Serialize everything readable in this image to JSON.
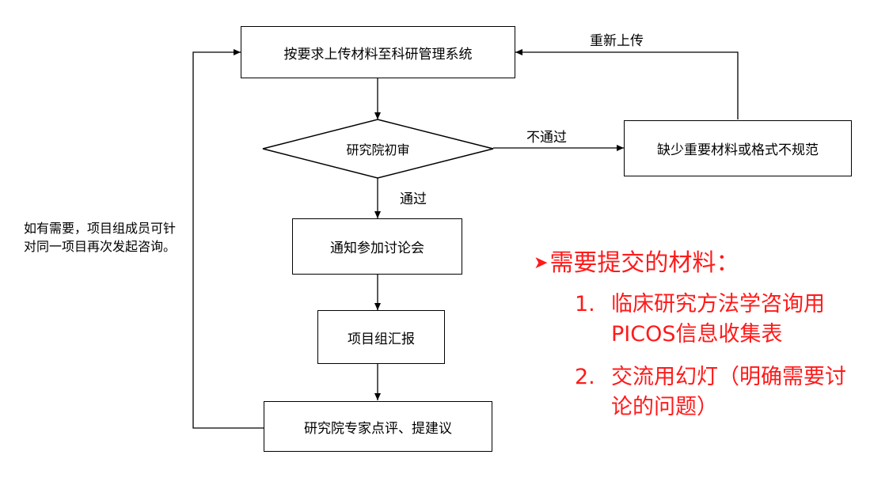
{
  "flow": {
    "upload": "按要求上传材料至科研管理系统",
    "review": "研究院初审",
    "missing": "缺少重要材料或格式不规范",
    "notify": "通知参加讨论会",
    "report": "项目组汇报",
    "comment": "研究院专家点评、提建议",
    "reupload_label": "重新上传",
    "fail_label": "不通过",
    "pass_label": "通过",
    "side_note": "如有需要，项目组成员可针对同一项目再次发起咨询。"
  },
  "materials": {
    "heading": "需要提交的材料：",
    "items": [
      {
        "num": "1.",
        "text": "临床研究方法学咨询用PICOS信息收集表"
      },
      {
        "num": "2.",
        "text": "交流用幻灯（明确需要讨论的问题）"
      }
    ]
  },
  "colors": {
    "accent": "#ff1a1a",
    "line": "#000000"
  }
}
